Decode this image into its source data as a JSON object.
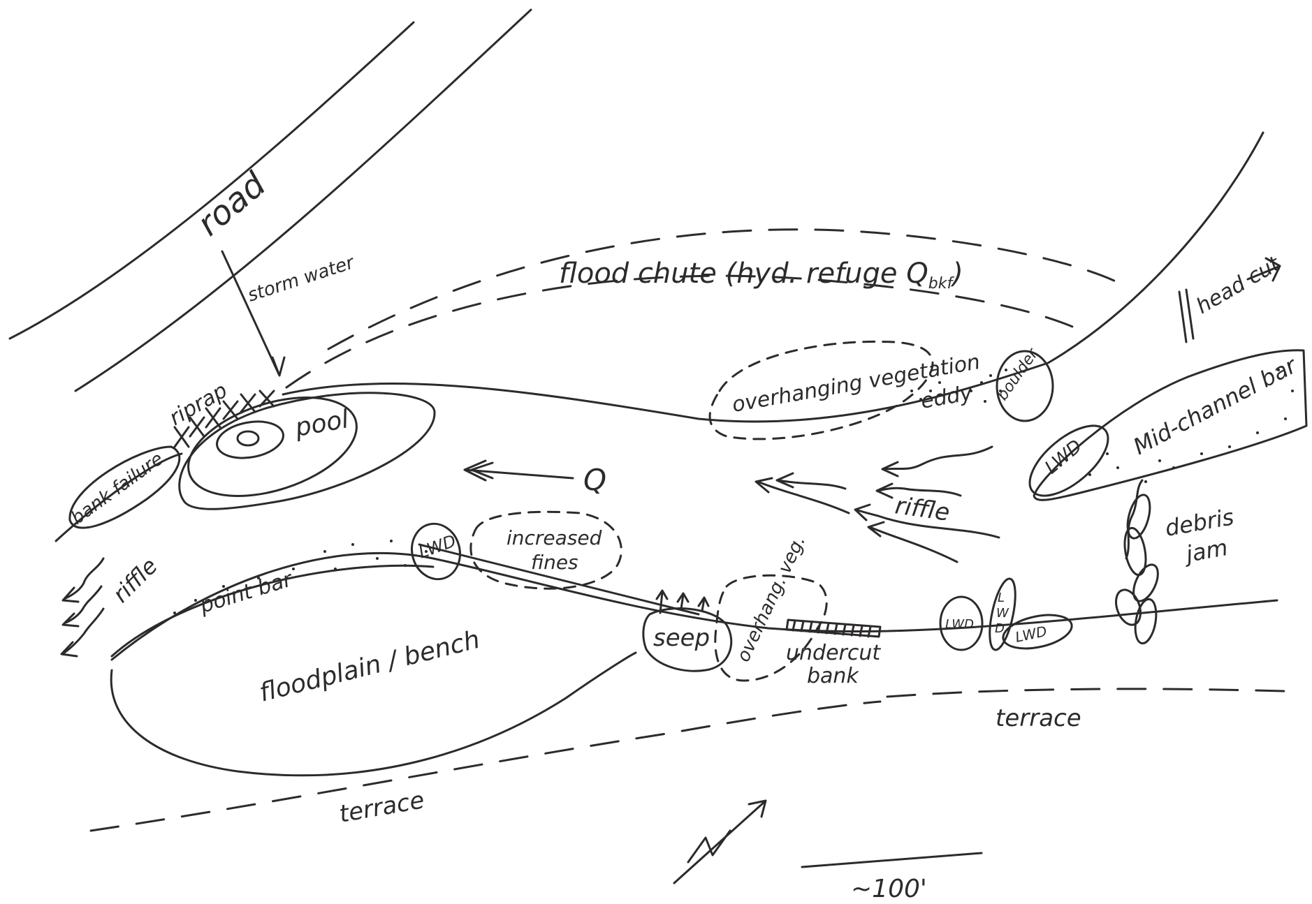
{
  "labels": {
    "road": "road",
    "storm_water": "storm water",
    "riprap": "riprap",
    "pool": "pool",
    "bank_failure": "bank failure",
    "flow_symbol": "Q",
    "flood_chute": "flood chute (hyd. refuge Q",
    "flood_chute_subscript": "bkf",
    "flood_chute_close": ")",
    "overhanging_vegetation": "overhanging vegetation",
    "eddy": "eddy",
    "boulder": "boulder",
    "head_cut": "head cut",
    "mid_channel_bar": "Mid-channel bar",
    "lwd": "LWD",
    "riffle": "riffle",
    "debris_jam": "debris jam",
    "increased_fines": "increased fines",
    "point_bar": "point bar",
    "floodplain_bench": "floodplain / bench",
    "seep": "seep",
    "overhang_veg": "overhang. veg.",
    "undercut_bank": "undercut bank",
    "terrace": "terrace",
    "north": "N",
    "scale": "~100'"
  },
  "colors": {
    "ink": "#2d2a2b",
    "paper": "#ffffff"
  }
}
